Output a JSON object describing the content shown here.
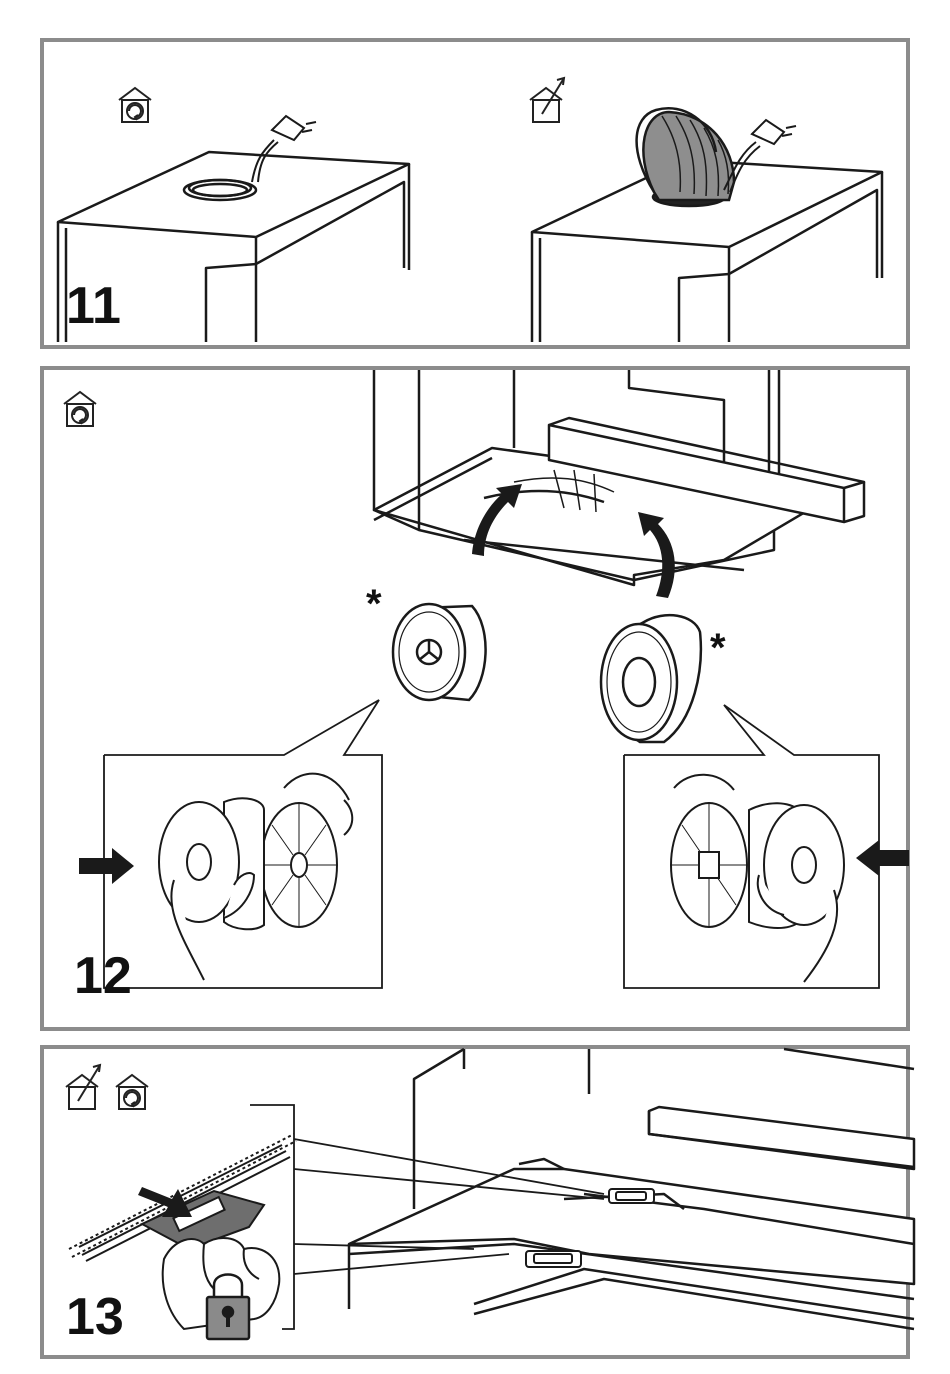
{
  "steps": [
    {
      "number": "11"
    },
    {
      "number": "12",
      "marker_left": "*",
      "marker_right": "*"
    },
    {
      "number": "13"
    }
  ],
  "icons": [
    "recirculation-mode-icon",
    "extraction-mode-icon",
    "padlock-icon"
  ],
  "colors": {
    "frame": "#8c8c8c",
    "line": "#1a1a1a",
    "duct_fill": "#8e8e8e",
    "padlock_fill": "#8a8a8a",
    "bracket_fill": "#6e6e6e"
  }
}
